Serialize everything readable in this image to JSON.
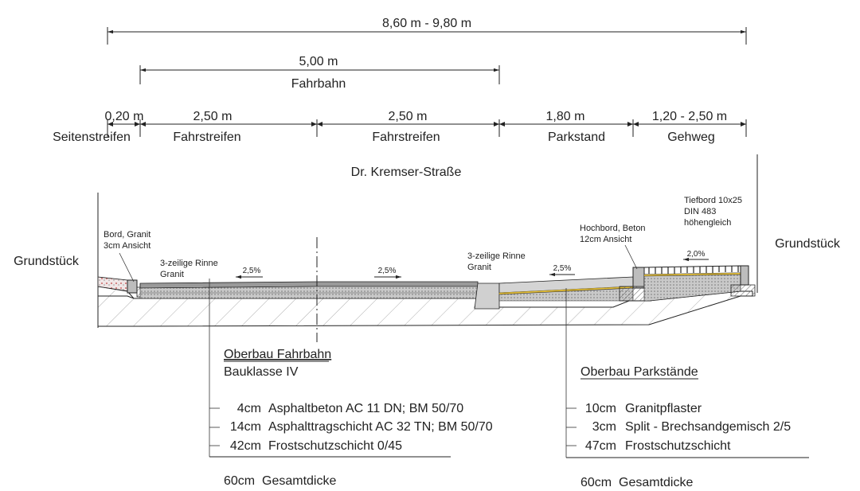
{
  "dimensions": {
    "overall": "8,60 m - 9,80 m",
    "fahrbahn_width": "5,00 m",
    "fahrbahn_label": "Fahrbahn",
    "segments": [
      {
        "value": "0,20 m",
        "label": "Seitenstreifen"
      },
      {
        "value": "2,50 m",
        "label": "Fahrstreifen"
      },
      {
        "value": "2,50 m",
        "label": "Fahrstreifen"
      },
      {
        "value": "1,80 m",
        "label": "Parkstand"
      },
      {
        "value": "1,20 - 2,50 m",
        "label": "Gehweg"
      }
    ]
  },
  "street_name": "Dr. Kremser-Straße",
  "sides": {
    "left": "Grundstück",
    "right": "Grundstück"
  },
  "annotations": {
    "bord_l1": "Bord, Granit",
    "bord_l2": "3cm Ansicht",
    "rinne_left_l1": "3-zeilige Rinne",
    "rinne_left_l2": "Granit",
    "rinne_right_l1": "3-zeilige Rinne",
    "rinne_right_l2": "Granit",
    "hochbord_l1": "Hochbord, Beton",
    "hochbord_l2": "12cm Ansicht",
    "tiefbord_l1": "Tiefbord 10x25",
    "tiefbord_l2": "DIN 483",
    "tiefbord_l3": "höhengleich"
  },
  "slopes": [
    "2,5%",
    "2,5%",
    "2,5%",
    "2,0%"
  ],
  "oberbau_fahrbahn": {
    "title": "Oberbau Fahrbahn",
    "subtitle": "Bauklasse IV",
    "layers": [
      {
        "thickness": "4cm",
        "material": "Asphaltbeton AC 11 DN; BM 50/70"
      },
      {
        "thickness": "14cm",
        "material": "Asphalttragschicht AC 32 TN; BM 50/70"
      },
      {
        "thickness": "42cm",
        "material": "Frostschutzschicht 0/45"
      }
    ],
    "total": "60cm  Gesamtdicke"
  },
  "oberbau_parkstaende": {
    "title": "Oberbau Parkstände",
    "layers": [
      {
        "thickness": "10cm",
        "material": "Granitpflaster"
      },
      {
        "thickness": "3cm",
        "material": "Split - Brechsandgemisch 2/5"
      },
      {
        "thickness": "47cm",
        "material": "Frostschutzschicht"
      }
    ],
    "total": "60cm  Gesamtdicke"
  },
  "colors": {
    "line": "#222222",
    "hatch": "#888888",
    "asphalt": "#b3b3b3",
    "paving": "#d9d9d9",
    "yellow": "#e8c23a"
  }
}
